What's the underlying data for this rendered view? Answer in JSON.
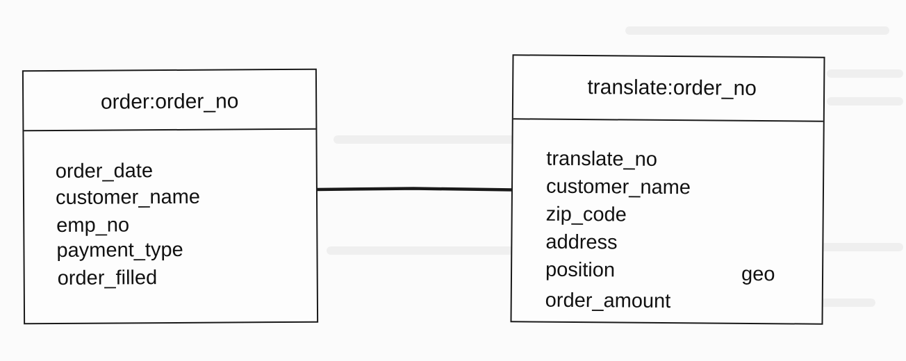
{
  "entities": {
    "order": {
      "title": "order:order_no",
      "attributes": [
        "order_date",
        "customer_name",
        "emp_no",
        "payment_type",
        "order_filled"
      ]
    },
    "translate": {
      "title": "translate:order_no",
      "attributes": [
        "translate_no",
        "customer_name",
        "zip_code",
        "address",
        "position",
        "order_amount"
      ],
      "note": "geo"
    }
  },
  "colors": {
    "line": "#1a1a1a",
    "background": "#fbfbfb"
  }
}
